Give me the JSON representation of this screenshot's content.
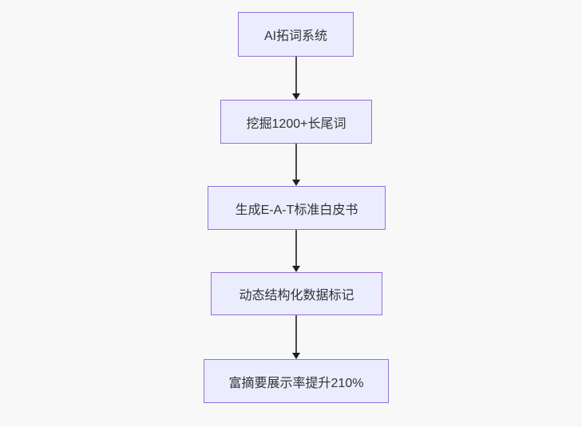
{
  "diagram": {
    "type": "flowchart",
    "direction": "top-down",
    "nodes": [
      {
        "label": "AI拓词系统"
      },
      {
        "label": "挖掘1200+长尾词"
      },
      {
        "label": "生成E-A-T标准白皮书"
      },
      {
        "label": "动态结构化数据标记"
      },
      {
        "label": "富摘要展示率提升210%"
      }
    ],
    "edges": [
      {
        "from": 0,
        "to": 1
      },
      {
        "from": 1,
        "to": 2
      },
      {
        "from": 2,
        "to": 3
      },
      {
        "from": 3,
        "to": 4
      }
    ],
    "colors": {
      "node_fill": "#ECECFF",
      "node_border": "#9370DB",
      "text": "#333333",
      "arrow_line": "#4a4a4a",
      "arrow_head": "#1f1f1f",
      "background": "#f8f8f8"
    }
  }
}
